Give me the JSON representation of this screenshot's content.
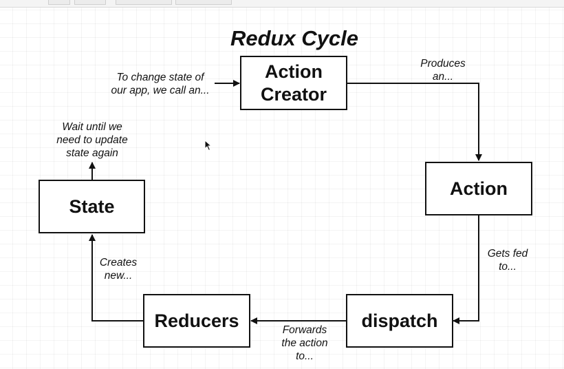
{
  "diagram": {
    "title": "Redux Cycle",
    "nodes": {
      "action_creator": "Action\nCreator",
      "action": "Action",
      "dispatch": "dispatch",
      "reducers": "Reducers",
      "state": "State"
    },
    "edge_labels": {
      "to_action_creator": "To change state of\nour app, we call an...",
      "produces": "Produces\nan...",
      "gets_fed": "Gets fed\nto...",
      "forwards": "Forwards\nthe action\nto...",
      "creates": "Creates\nnew...",
      "wait": "Wait until we\nneed to update\nstate again"
    },
    "colors": {
      "stroke": "#111111",
      "background": "#ffffff"
    }
  }
}
